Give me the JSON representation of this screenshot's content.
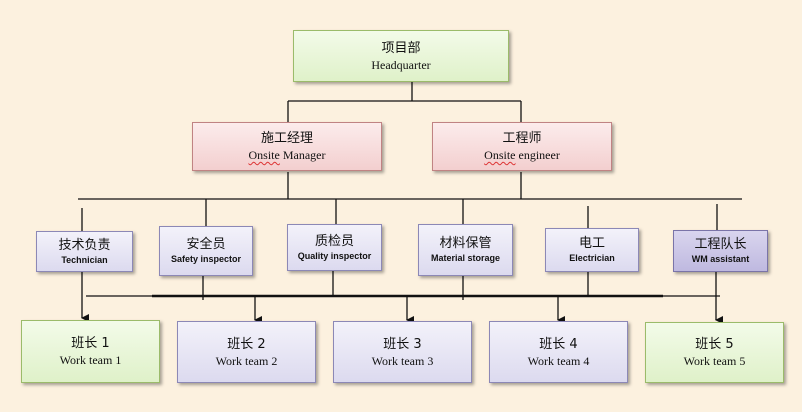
{
  "colors": {
    "background": "#FCF1DF",
    "line": "#111111",
    "green_fill": "#E6F4D4",
    "pink_fill": "#F6DADA",
    "lavender_fill": "#E6E4F4",
    "lavender_dark_fill": "#C9C4E6"
  },
  "headquarter": {
    "zh": "项目部",
    "en": "Headquarter"
  },
  "managers": [
    {
      "zh": "施工经理",
      "en_underlined": "Onsite",
      "en_rest": " Manager"
    },
    {
      "zh": "工程师",
      "en_underlined": "Onsite",
      "en_rest": " engineer"
    }
  ],
  "staff": [
    {
      "zh": "技术负责",
      "en": "Technician"
    },
    {
      "zh": "安全员",
      "en": "Safety inspector"
    },
    {
      "zh": "质检员",
      "en": "Quality inspector"
    },
    {
      "zh": "材料保管",
      "en": "Material storage"
    },
    {
      "zh": "电工",
      "en": "Electrician"
    },
    {
      "zh": "工程队长",
      "en": "WM assistant"
    }
  ],
  "teams": [
    {
      "zh": "班长 1",
      "en": "Work team 1"
    },
    {
      "zh": "班长 2",
      "en": "Work team 2"
    },
    {
      "zh": "班长 3",
      "en": "Work team 3"
    },
    {
      "zh": "班长 4",
      "en": "Work team 4"
    },
    {
      "zh": "班长 5",
      "en": "Work team 5"
    }
  ]
}
